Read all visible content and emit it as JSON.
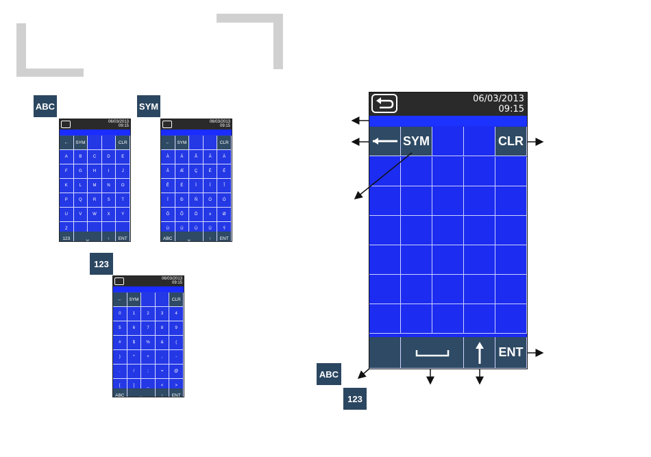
{
  "modes": {
    "abc": "ABC",
    "sym": "SYM",
    "num": "123"
  },
  "datetime": {
    "date": "06/03/2013",
    "time": "09:15"
  },
  "keys": {
    "sym": "SYM",
    "clr": "CLR",
    "ent": "ENT",
    "abc": "ABC",
    "num": "123"
  },
  "abc_keyboard": {
    "top": [
      "←",
      "SYM",
      "",
      "",
      "CLR"
    ],
    "rows": [
      [
        "A",
        "B",
        "C",
        "D",
        "E"
      ],
      [
        "F",
        "G",
        "H",
        "I",
        "J"
      ],
      [
        "K",
        "L",
        "M",
        "N",
        "O"
      ],
      [
        "P",
        "Q",
        "R",
        "S",
        "T"
      ],
      [
        "U",
        "V",
        "W",
        "X",
        "Y"
      ],
      [
        "Z",
        "",
        "",
        "",
        ""
      ]
    ],
    "bottom": [
      "123",
      "␣",
      "↑",
      "ENT"
    ]
  },
  "sym_keyboard": {
    "top": [
      "←",
      "SYM",
      "",
      "",
      "CLR"
    ],
    "rows": [
      [
        "À",
        "Á",
        "Â",
        "Ã",
        "Ä"
      ],
      [
        "Å",
        "Æ",
        "Ç",
        "È",
        "É"
      ],
      [
        "Ê",
        "Ë",
        "Ì",
        "Í",
        "Î"
      ],
      [
        "Ï",
        "Ð",
        "Ñ",
        "Ò",
        "Ó"
      ],
      [
        "Ô",
        "Õ",
        "Ö",
        "x",
        "Ø"
      ],
      [
        "Ù",
        "Ú",
        "Û",
        "Ü",
        "Ý"
      ]
    ],
    "bottom": [
      "ABC",
      "␣",
      "↑",
      "ENT"
    ]
  },
  "num_keyboard": {
    "top": [
      "←",
      "SYM",
      "",
      "",
      "CLR"
    ],
    "rows": [
      [
        "0",
        "1",
        "2",
        "3",
        "4"
      ],
      [
        "5",
        "6",
        "7",
        "8",
        "9"
      ],
      [
        "#",
        "$",
        "%",
        "&",
        "("
      ],
      [
        ")",
        "*",
        "+",
        ",",
        "-"
      ],
      [
        ".",
        "/",
        ";",
        "=",
        "@"
      ],
      [
        "[",
        "]",
        "_",
        "<",
        ">"
      ]
    ],
    "bottom": [
      "ABC",
      "␣",
      "↑",
      "ENT"
    ]
  }
}
